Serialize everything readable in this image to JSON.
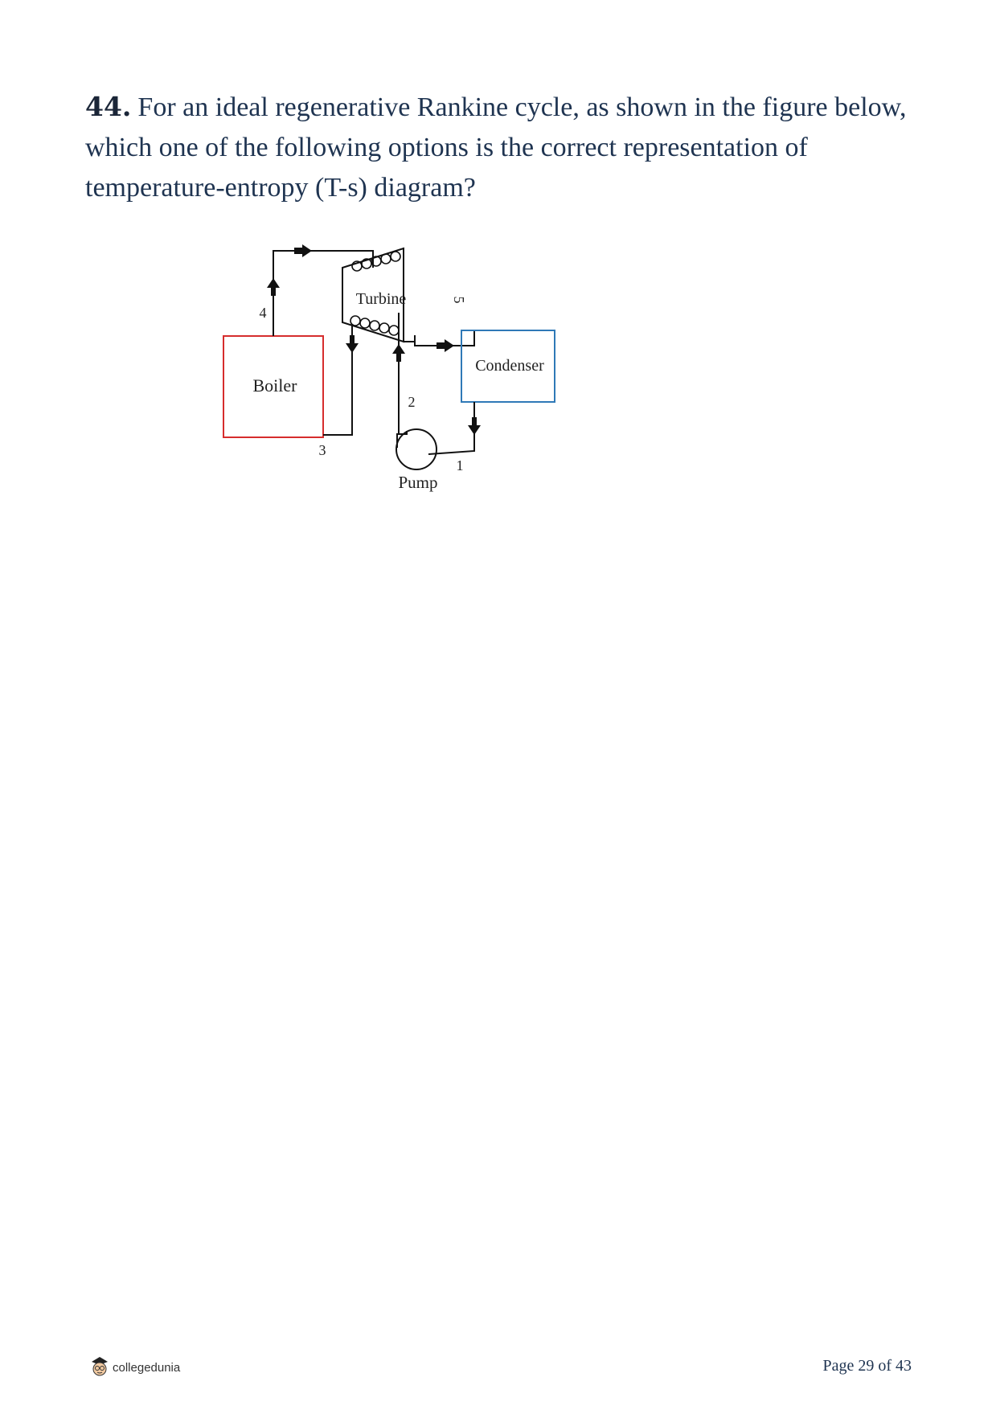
{
  "question": {
    "number": "44.",
    "text": "For an ideal regenerative Rankine cycle, as shown in the figure below, which one of the following options is the correct representation of temperature-entropy (T-s) diagram?"
  },
  "figure": {
    "boiler_label": "Boiler",
    "turbine_label": "Turbine",
    "condenser_label": "Condenser",
    "pump_label": "Pump",
    "state_1": "1",
    "state_2": "2",
    "state_3": "3",
    "state_4": "4",
    "state_5": "5",
    "colors": {
      "boiler": "#d62d2d",
      "condenser": "#2f79b7",
      "lines": "#111111"
    }
  },
  "footer": {
    "brand": "collegedunia",
    "page": "Page 29 of 43"
  }
}
